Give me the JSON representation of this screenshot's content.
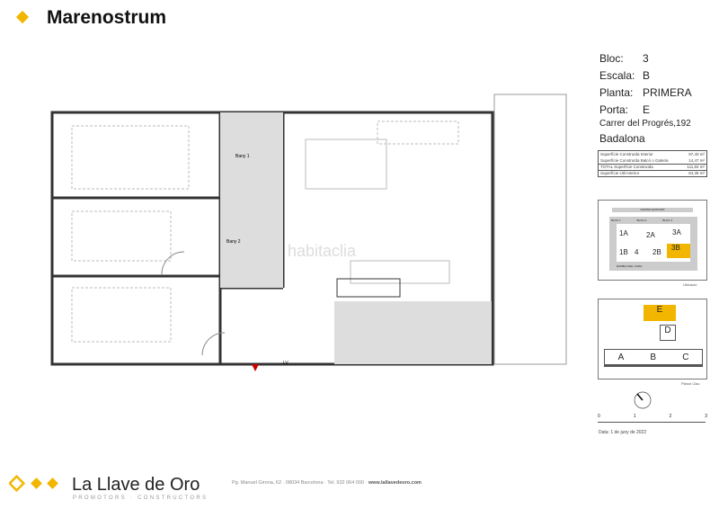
{
  "header": {
    "title": "Marenostrum",
    "accent": "#f2b600"
  },
  "unit": {
    "bloc_label": "Bloc:",
    "bloc": "3",
    "escala_label": "Escala:",
    "escala": "B",
    "planta_label": "Planta:",
    "planta": "PRIMERA",
    "porta_label": "Porta:",
    "porta": "E",
    "address": "Carrer del Progrés,192",
    "city": "Badalona"
  },
  "surfaces": [
    {
      "label": "Superfície Construïda Interior",
      "value": "97,40 m²"
    },
    {
      "label": "Superfície Construïda Balcó o Galeria",
      "value": "14,47 m²"
    },
    {
      "label": "TOTAL Superfície Construïda",
      "value": "111,84 m²"
    },
    {
      "label": "Superfície Útil Interior",
      "value": "84,38 m²"
    }
  ],
  "plan": {
    "room_bany1": "Bany 1",
    "room_bany2": "Bany 2",
    "watermark": "habitaclia",
    "ly": "LV"
  },
  "location_map": {
    "caption": "Ubicació",
    "street_top": "CAMINO EXISTENT",
    "street_bottom": "RAMBLA DEL CARIL",
    "blocs": [
      "BLOC 1",
      "BLOC 2",
      "BLOC 3"
    ],
    "units": [
      "1A",
      "2A",
      "3A",
      "1B",
      "4",
      "2B",
      "3B"
    ]
  },
  "key_plan": {
    "caption": "Plànol Clau",
    "units": [
      "E",
      "D",
      "A",
      "B",
      "C"
    ]
  },
  "scale": {
    "ticks": [
      "0",
      "1",
      "2",
      "3"
    ]
  },
  "date": "Data:  1 de juny de 2022",
  "footer": {
    "logo": "La Llave de Oro",
    "logo_sub": "PROMOTORS · CONSTRUCTORS",
    "address": "Pg. Manuel Girona, 62 · 08034 Barcelona · Tel. 932 064 000 · ",
    "website": "www.lallavedeoro.com"
  }
}
